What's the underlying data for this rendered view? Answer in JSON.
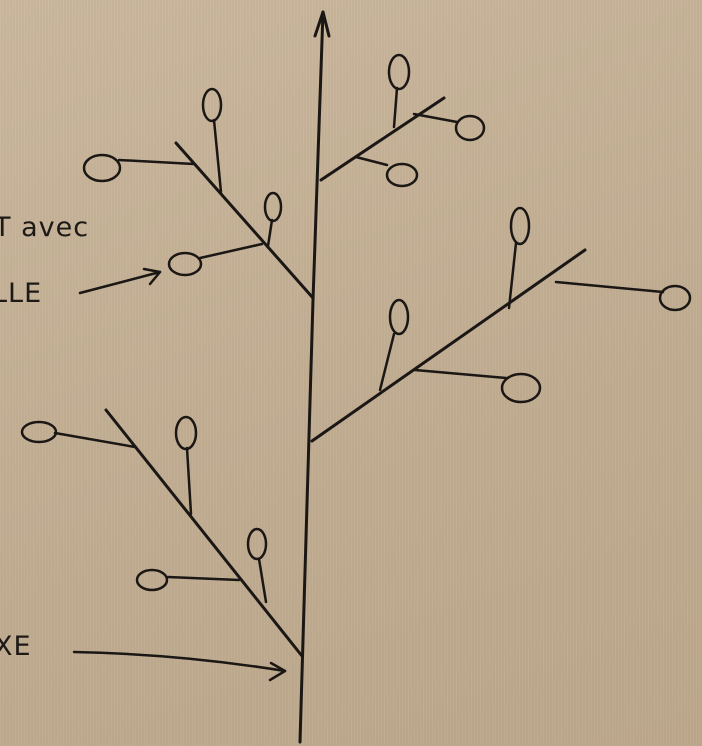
{
  "labels": {
    "top_line": "T avec",
    "middle_line": "LLE",
    "bottom_line": "XE"
  },
  "colors": {
    "paper": "#c4b096",
    "ink": "#1a1714"
  }
}
